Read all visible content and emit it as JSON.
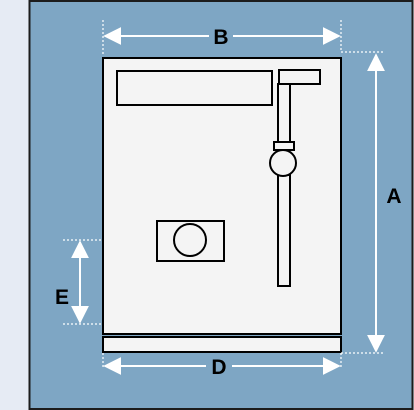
{
  "colors": {
    "page_background": "#e6ebf4",
    "panel_fill": "#7ea6c4",
    "cabinet_fill": "#f4f4f4",
    "outline": "#000000",
    "dimension_lines": "#ffffff"
  },
  "labels": {
    "a": "A",
    "b": "B",
    "d": "D",
    "e": "E"
  },
  "icons": {
    "arrow": "double-headed-arrow",
    "porthole": "round-window-icon",
    "handle": "lever-handle"
  }
}
